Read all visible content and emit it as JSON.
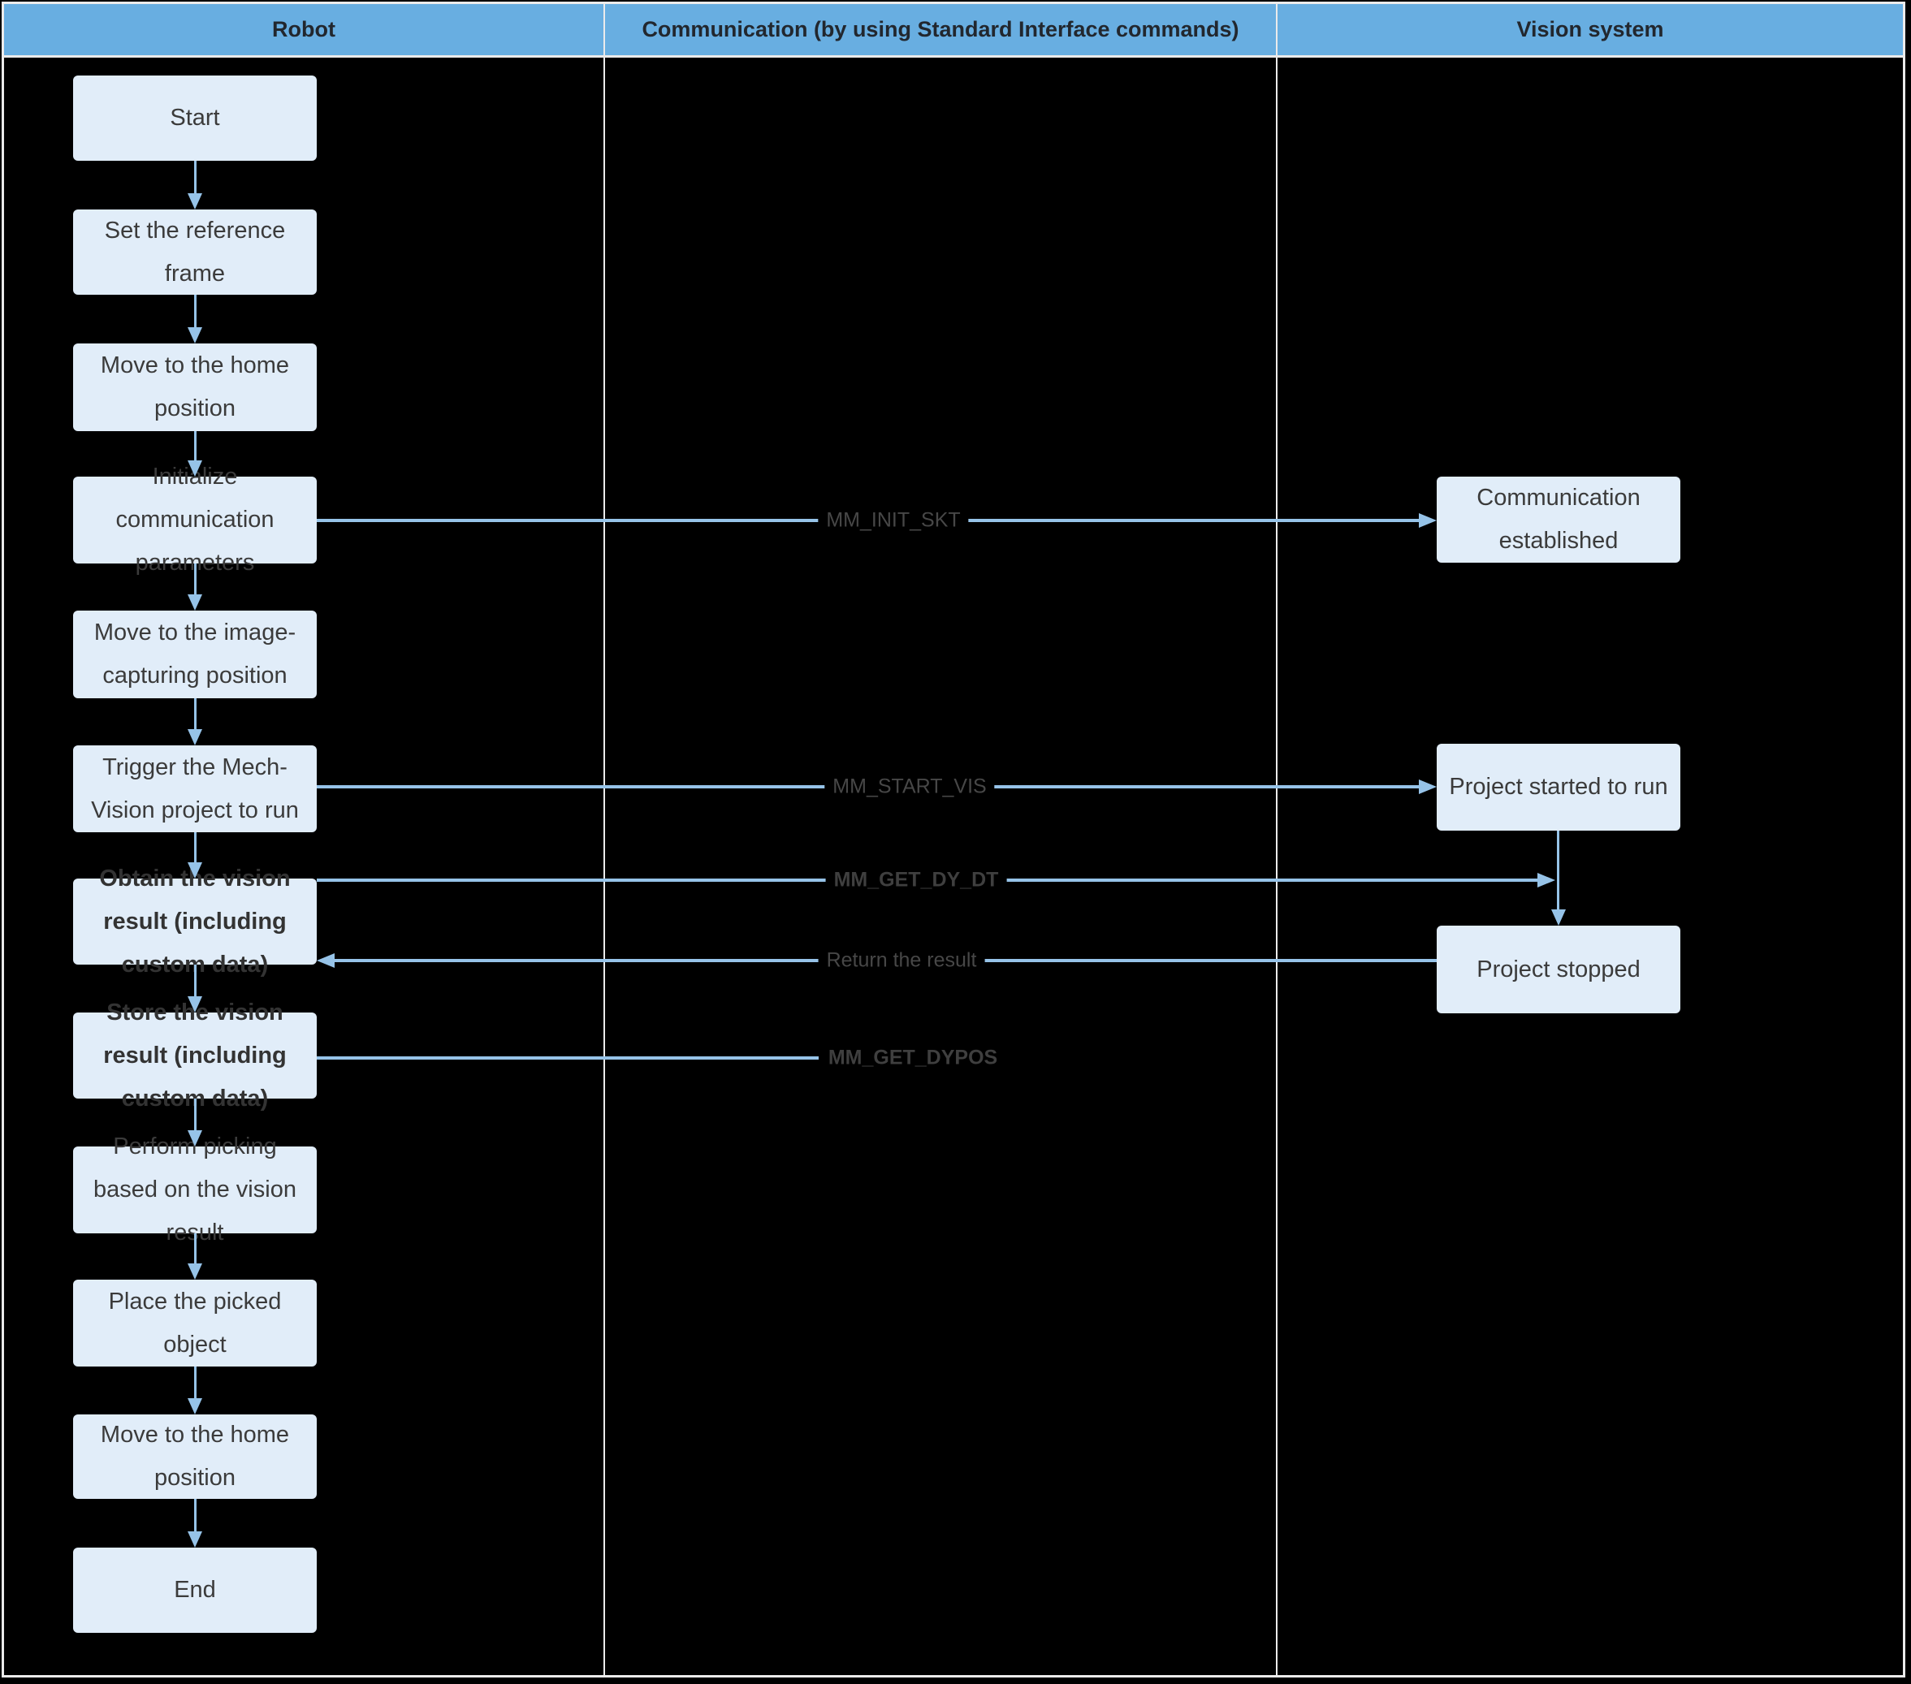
{
  "header": {
    "columns": [
      {
        "label": "Robot"
      },
      {
        "label": "Communication (by using Standard Interface commands)"
      },
      {
        "label": "Vision system"
      }
    ]
  },
  "robot_steps": [
    {
      "label": "Start",
      "bold": false
    },
    {
      "label": "Set the reference frame",
      "bold": false
    },
    {
      "label": "Move to the home position",
      "bold": false
    },
    {
      "label": "Initialize communication parameters",
      "bold": false
    },
    {
      "label": "Move to the image-capturing position",
      "bold": false
    },
    {
      "label": "Trigger the Mech-Vision project to run",
      "bold": false
    },
    {
      "label": "Obtain the vision result (including custom data)",
      "bold": true
    },
    {
      "label": "Store the vision result (including custom data)",
      "bold": true
    },
    {
      "label": "Perform picking based on the vision result",
      "bold": false
    },
    {
      "label": "Place the picked object",
      "bold": false
    },
    {
      "label": "Move to the home position",
      "bold": false
    },
    {
      "label": "End",
      "bold": false
    }
  ],
  "vision_events": [
    {
      "label": "Communication established"
    },
    {
      "label": "Project started to run"
    },
    {
      "label": "Project stopped"
    }
  ],
  "messages": [
    {
      "label": "MM_INIT_SKT",
      "bold": false,
      "direction": "robot-to-vision"
    },
    {
      "label": "MM_START_VIS",
      "bold": false,
      "direction": "robot-to-vision"
    },
    {
      "label": "MM_GET_DY_DT",
      "bold": true,
      "direction": "robot-to-vision"
    },
    {
      "label": "Return the result",
      "bold": false,
      "direction": "vision-to-robot"
    },
    {
      "label": "MM_GET_DYPOS",
      "bold": true,
      "direction": "robot-outgoing"
    }
  ],
  "colors": {
    "background": "#000000",
    "frame": "#EBEBEB",
    "header_bg": "#68AEE1",
    "node_bg": "#E1EDF9",
    "node_text": "#3B3B3B",
    "arrow": "#96C3E8",
    "label_text": "#474747"
  }
}
